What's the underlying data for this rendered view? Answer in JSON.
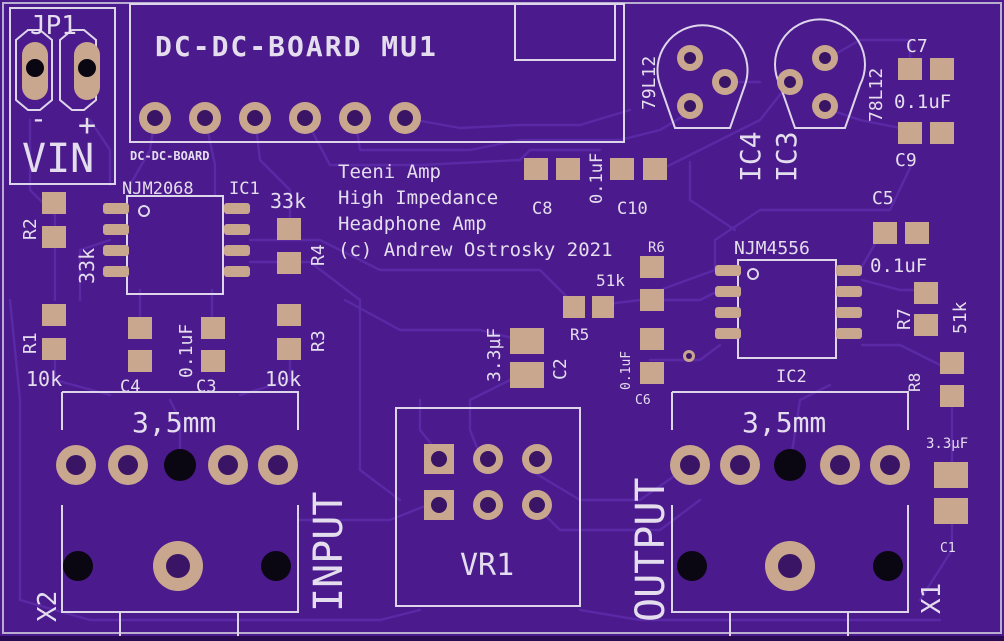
{
  "board": {
    "title": "DC-DC-BOARD MU1",
    "subtitle": "DC-DC-BOARD",
    "credits": [
      "Teeni Amp",
      "High Impedance",
      "Headphone Amp",
      "(c) Andrew Ostrosky 2021"
    ],
    "colors": {
      "substrate": "#4b1a8c",
      "silkscreen": "#ddd6ea",
      "copper": "#c9a78f",
      "trace": "#5a2aa6"
    }
  },
  "labels": {
    "jp1": "JP1",
    "vin": "VIN",
    "minus": "-",
    "plus": "+",
    "njm2068": "NJM2068",
    "ic1": "IC1",
    "njm4556": "NJM4556",
    "ic2": "IC2",
    "ic3": "IC3",
    "ic4": "IC4",
    "l78": "78L12",
    "l79": "79L12",
    "c7": "C7",
    "c7v": "0.1uF",
    "c9": "C9",
    "c5": "C5",
    "c5v": "0.1uF",
    "c8": "C8",
    "c10v": "0.1uF",
    "c10": "C10",
    "r2": "R2",
    "r2v": "33k",
    "r4v": "33k",
    "r4": "R4",
    "r1": "R1",
    "r1v": "10k",
    "r3": "R3",
    "r3v": "10k",
    "c4": "C4",
    "c3v": "0.1uF",
    "c3": "C3",
    "r6": "R6",
    "r6v": "51k",
    "r5": "R5",
    "c2v": "3.3µF",
    "c2": "C2",
    "c6v": "0.1uF",
    "c6": "C6",
    "r7": "R7",
    "r7v": "51k",
    "r8": "R8",
    "c1v": "3.3µF",
    "c1": "C1",
    "jack_in": "3,5mm",
    "jack_out": "3,5mm",
    "input": "INPUT",
    "output": "OUTPUT",
    "x2": "X2",
    "x1": "X1",
    "vr1": "VR1"
  }
}
